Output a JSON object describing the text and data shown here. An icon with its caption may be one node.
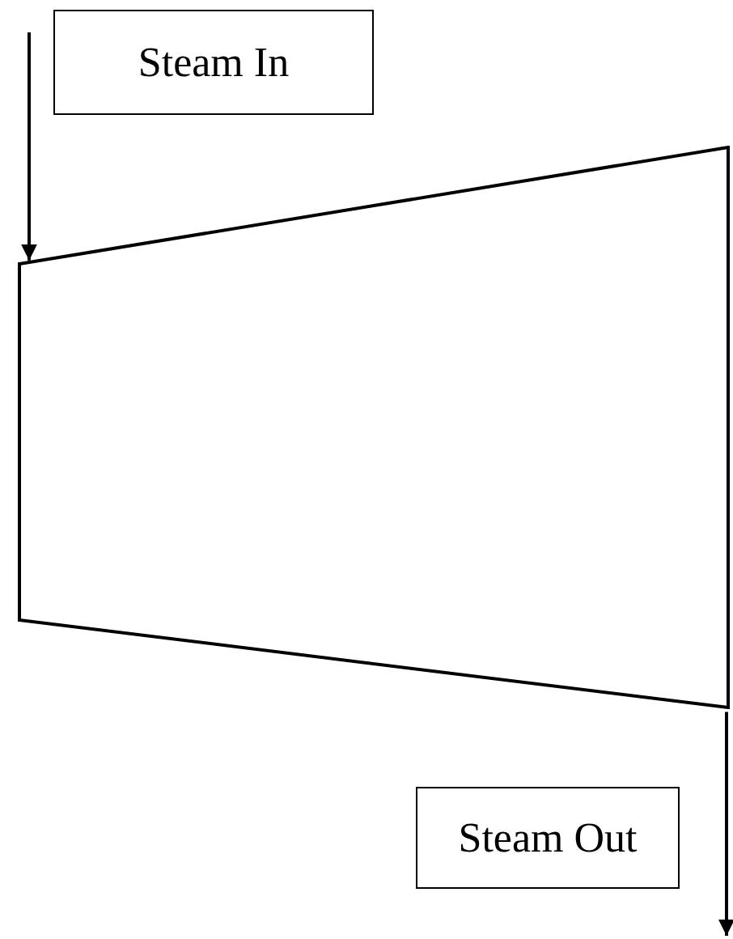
{
  "diagram": {
    "nodes": [
      {
        "text": [
          "Steam In"
        ]
      },
      {
        "text": [
          "Steam Out"
        ]
      },
      {
        "text": [],
        "shape": "trapezoid"
      }
    ],
    "edges": [
      {
        "from": null,
        "to": 2,
        "arrow": "to"
      },
      {
        "from": 2,
        "to": null,
        "arrow": "to"
      }
    ]
  }
}
